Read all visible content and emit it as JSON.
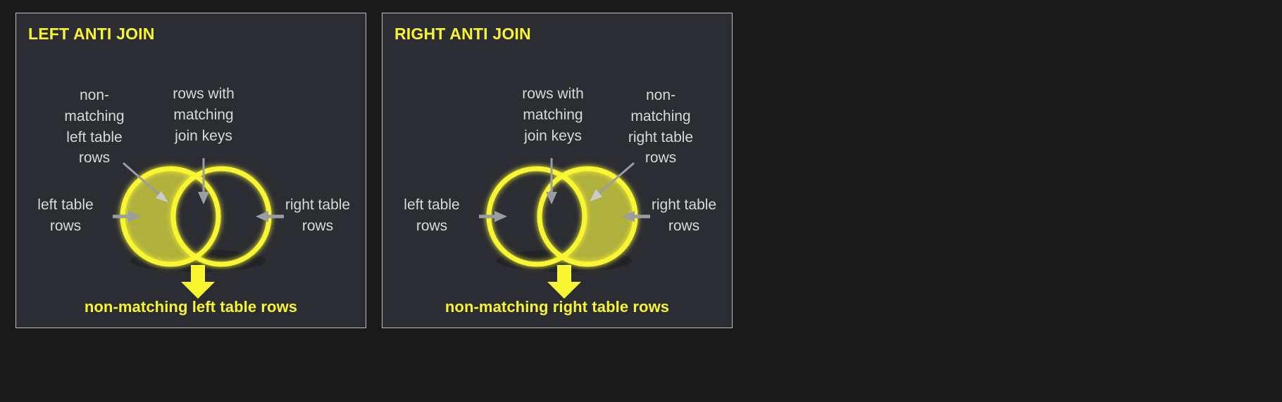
{
  "background": {
    "outer_color": "#1a1a1a",
    "panel_color": "#2b2d33",
    "panel_border_color": "#b9bcc2"
  },
  "colors": {
    "accent_yellow": "#f8f531",
    "circle_stroke": "#f8f531",
    "fill_olive": "#b0b03c",
    "label_gray": "#d7d9dc",
    "arrow_gray": "#9a9da3"
  },
  "panels": [
    {
      "id": "left-anti-join",
      "title": "LEFT ANTI JOIN",
      "caption": "non-matching left table rows",
      "filled_side": "left",
      "callouts": {
        "top_left": "non-\nmatching\nleft table\nrows",
        "top_right": "rows with\nmatching\njoin keys",
        "side_left": "left table\nrows",
        "side_right": "right table\nrows"
      }
    },
    {
      "id": "right-anti-join",
      "title": "RIGHT ANTI JOIN",
      "caption": "non-matching right table rows",
      "filled_side": "right",
      "callouts": {
        "top_left": "rows with\nmatching\njoin keys",
        "top_right": "non-\nmatching\nright table\nrows",
        "side_left": "left table\nrows",
        "side_right": "right table\nrows"
      }
    }
  ]
}
